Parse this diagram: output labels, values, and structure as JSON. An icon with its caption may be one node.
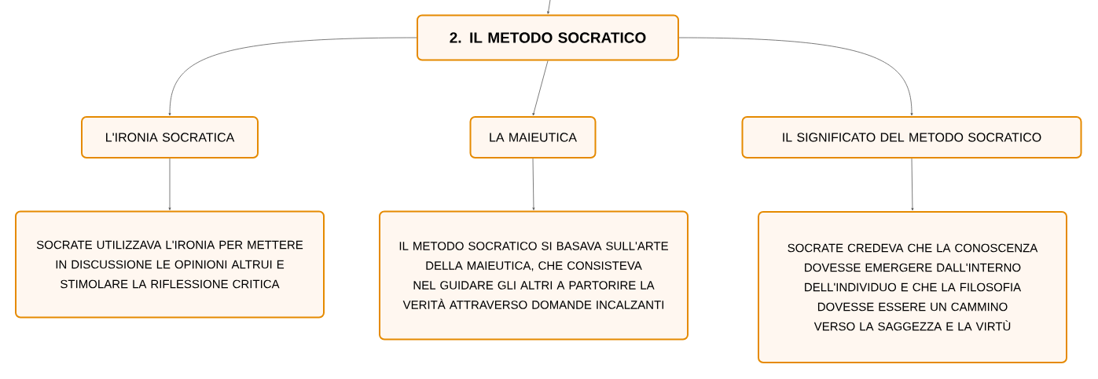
{
  "diagram": {
    "nodes": [
      {
        "text": [
          "2. IL METODO SOCRATICO"
        ]
      },
      {
        "text": [
          "L'IRONIA SOCRATICA"
        ]
      },
      {
        "text": [
          "LA MAIEUTICA"
        ]
      },
      {
        "text": [
          "IL SIGNIFICATO DEL METODO SOCRATICO"
        ]
      },
      {
        "text": [
          "SOCRATE UTILIZZAVA L'IRONIA PER METTERE IN DISCUSSIONE LE OPINIONI ALTRUI E STIMOLARE LA RIFLESSIONE CRITICA"
        ]
      },
      {
        "text": [
          "IL METODO SOCRATICO SI BASAVA SULL'ARTE DELLA MAIEUTICA, CHE CONSISTEVA NEL GUIDARE GLI ALTRI A PARTORIRE LA VERITÀ ATTRAVERSO DOMANDE INCALZANTI"
        ]
      },
      {
        "text": [
          "SOCRATE CREDEVA CHE LA CONOSCENZA DOVESSE EMERGERE DALL'INTERNO DELL'INDIVIDUO E CHE LA FILOSOFIA DOVESSE ESSERE UN CAMMINO VERSO LA SAGGEZZA E LA VIRTÙ"
        ]
      }
    ],
    "edges": [
      {
        "from": null,
        "to": 0,
        "arrow": "to"
      },
      {
        "from": 0,
        "to": 1,
        "arrow": "to"
      },
      {
        "from": 0,
        "to": 2,
        "arrow": "to"
      },
      {
        "from": 0,
        "to": 3,
        "arrow": "to"
      },
      {
        "from": 1,
        "to": 4,
        "arrow": "to"
      },
      {
        "from": 2,
        "to": 5,
        "arrow": "to"
      },
      {
        "from": 3,
        "to": 6,
        "arrow": "to"
      }
    ]
  }
}
